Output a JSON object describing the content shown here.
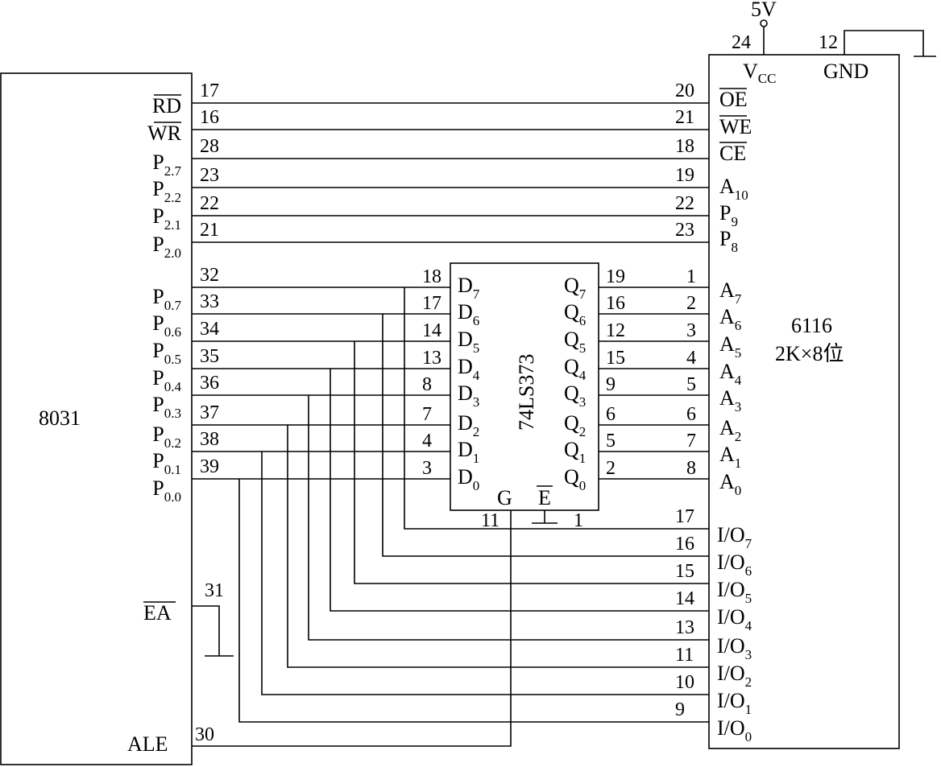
{
  "power": {
    "vcc_value": "5V",
    "vcc_pin": "24",
    "gnd_pin": "12",
    "vcc_label": "V",
    "vcc_sub": "CC",
    "gnd_label": "GND"
  },
  "mcu": {
    "name": "8031",
    "left_top": [
      {
        "sig": "RD",
        "over": true,
        "pin": "17"
      },
      {
        "sig": "WR",
        "over": true,
        "pin": "16"
      },
      {
        "sig": "P",
        "sub": "2.7",
        "pin": "28"
      },
      {
        "sig": "P",
        "sub": "2.2",
        "pin": "23"
      },
      {
        "sig": "P",
        "sub": "2.1",
        "pin": "22"
      },
      {
        "sig": "P",
        "sub": "2.0",
        "pin": "21"
      }
    ],
    "port0": [
      {
        "sig": "P",
        "sub": "0.7",
        "pin": "32"
      },
      {
        "sig": "P",
        "sub": "0.6",
        "pin": "33"
      },
      {
        "sig": "P",
        "sub": "0.5",
        "pin": "34"
      },
      {
        "sig": "P",
        "sub": "0.4",
        "pin": "35"
      },
      {
        "sig": "P",
        "sub": "0.3",
        "pin": "36"
      },
      {
        "sig": "P",
        "sub": "0.2",
        "pin": "37"
      },
      {
        "sig": "P",
        "sub": "0.1",
        "pin": "38"
      },
      {
        "sig": "P",
        "sub": "0.0",
        "pin": "39"
      }
    ],
    "ea": {
      "sig": "EA",
      "pin": "31"
    },
    "ale": {
      "sig": "ALE",
      "pin": "30"
    }
  },
  "latch": {
    "name": "74LS373",
    "d_pins": [
      "18",
      "17",
      "14",
      "13",
      "8",
      "7",
      "4",
      "3"
    ],
    "d_labels": [
      "7",
      "6",
      "5",
      "4",
      "3",
      "2",
      "1",
      "0"
    ],
    "q_pins": [
      "19",
      "16",
      "12",
      "15",
      "9",
      "6",
      "5",
      "2"
    ],
    "g_label": "G",
    "g_pin": "11",
    "e_label": "E",
    "e_pin": "1"
  },
  "ram": {
    "name": "6116",
    "desc": "2K×8位",
    "ctrl": [
      {
        "sig": "OE",
        "over": true,
        "pin": "20"
      },
      {
        "sig": "WE",
        "over": true,
        "pin": "21"
      },
      {
        "sig": "CE",
        "over": true,
        "pin": "18"
      },
      {
        "sig": "A",
        "sub": "10",
        "pin": "19"
      },
      {
        "sig": "P",
        "sub": "9",
        "pin": "22"
      },
      {
        "sig": "P",
        "sub": "8",
        "pin": "23"
      }
    ],
    "addr": [
      {
        "sig": "A",
        "sub": "7",
        "pin": "1"
      },
      {
        "sig": "A",
        "sub": "6",
        "pin": "2"
      },
      {
        "sig": "A",
        "sub": "5",
        "pin": "3"
      },
      {
        "sig": "A",
        "sub": "4",
        "pin": "4"
      },
      {
        "sig": "A",
        "sub": "3",
        "pin": "5"
      },
      {
        "sig": "A",
        "sub": "2",
        "pin": "6"
      },
      {
        "sig": "A",
        "sub": "1",
        "pin": "7"
      },
      {
        "sig": "A",
        "sub": "0",
        "pin": "8"
      }
    ],
    "io": [
      {
        "sig": "I/O",
        "sub": "7",
        "pin": "17"
      },
      {
        "sig": "I/O",
        "sub": "6",
        "pin": "16"
      },
      {
        "sig": "I/O",
        "sub": "5",
        "pin": "15"
      },
      {
        "sig": "I/O",
        "sub": "4",
        "pin": "14"
      },
      {
        "sig": "I/O",
        "sub": "3",
        "pin": "13"
      },
      {
        "sig": "I/O",
        "sub": "2",
        "pin": "11"
      },
      {
        "sig": "I/O",
        "sub": "1",
        "pin": "10"
      },
      {
        "sig": "I/O",
        "sub": "0",
        "pin": "9"
      }
    ]
  }
}
